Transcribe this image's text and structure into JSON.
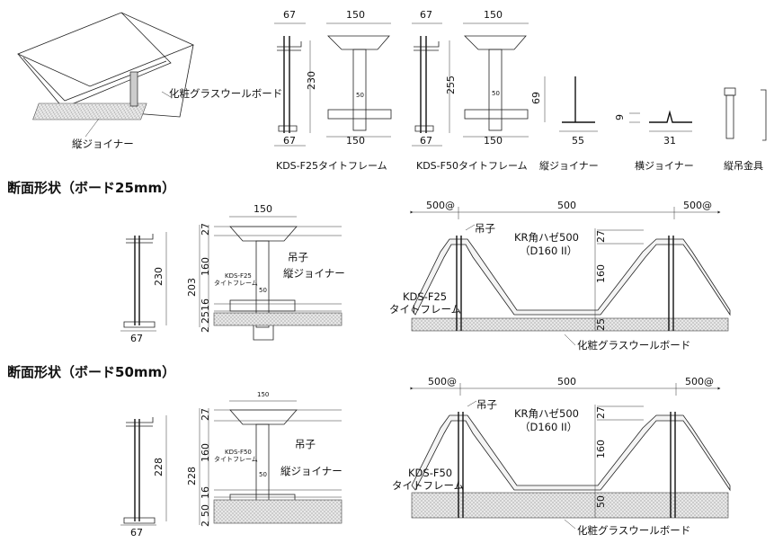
{
  "top": {
    "iso_board_label": "化粧グラスウールボード",
    "iso_joiner_label": "縦ジョイナー",
    "f25": {
      "w_top": "67",
      "w_bot": "67",
      "h": "230",
      "face_w_top": "150",
      "face_w_bot": "150",
      "mid": "50",
      "caption": "KDS-F25タイトフレーム"
    },
    "f50": {
      "w_top": "67",
      "w_bot": "67",
      "h": "255",
      "face_w_top": "150",
      "face_w_bot": "150",
      "mid": "50",
      "caption": "KDS-F50タイトフレーム"
    },
    "v_joiner": {
      "h": "69",
      "w": "55",
      "caption": "縦ジョイナー"
    },
    "h_joiner": {
      "h": "9",
      "w": "31",
      "caption": "横ジョイナー"
    },
    "hanger": {
      "caption": "縦吊金具"
    }
  },
  "section1": {
    "title": "断面形状（ボード25mm）",
    "side": {
      "h": "230",
      "w": "67"
    },
    "detail": {
      "w": "150",
      "d27": "27",
      "d160": "160",
      "d16": "16",
      "d25": "25",
      "d2": "2",
      "total": "203",
      "mid": "50",
      "frame_label": "KDS-F25\nタイトフレーム",
      "hanger_label": "吊子",
      "joiner_label": "縦ジョイナー"
    },
    "roof": {
      "span_left": "500@",
      "span_mid": "500",
      "span_right": "500@",
      "hanger_label": "吊子",
      "kr_label": "KR角ハゼ500",
      "kr_sub": "（D160 II）",
      "d27": "27",
      "d160": "160",
      "d25": "25",
      "frame_label_1": "KDS-F25",
      "frame_label_2": "タイトフレーム",
      "board_label": "化粧グラスウールボード"
    }
  },
  "section2": {
    "title": "断面形状（ボード50mm）",
    "side": {
      "h": "228",
      "w": "67"
    },
    "detail": {
      "w": "150",
      "d27": "27",
      "d160": "160",
      "d16": "16",
      "d50": "50",
      "d2": "2",
      "total": "228",
      "mid": "50",
      "frame_label": "KDS-F50\nタイトフレーム",
      "hanger_label": "吊子",
      "joiner_label": "縦ジョイナー"
    },
    "roof": {
      "span_left": "500@",
      "span_mid": "500",
      "span_right": "500@",
      "hanger_label": "吊子",
      "kr_label": "KR角ハゼ500",
      "kr_sub": "（D160 II）",
      "d27": "27",
      "d160": "160",
      "d50": "50",
      "frame_label_1": "KDS-F50",
      "frame_label_2": "タイトフレーム",
      "board_label": "化粧グラスウールボード"
    }
  }
}
